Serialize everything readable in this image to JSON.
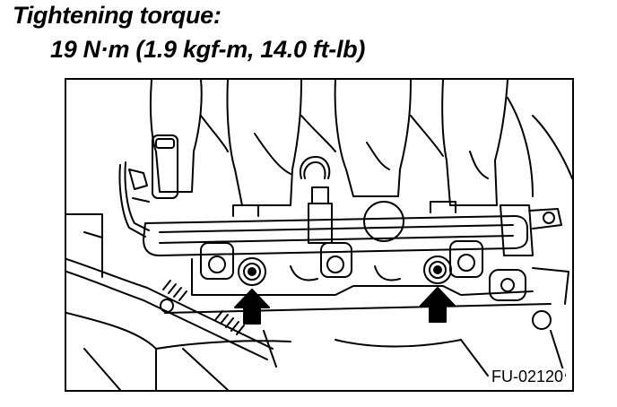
{
  "spec": {
    "title": "Tightening torque:",
    "value": "19 N·m (1.9 kgf-m, 14.0 ft-lb)"
  },
  "figure": {
    "code": "FU-02120",
    "arrow_color": "#000000",
    "line_color": "#000000"
  }
}
